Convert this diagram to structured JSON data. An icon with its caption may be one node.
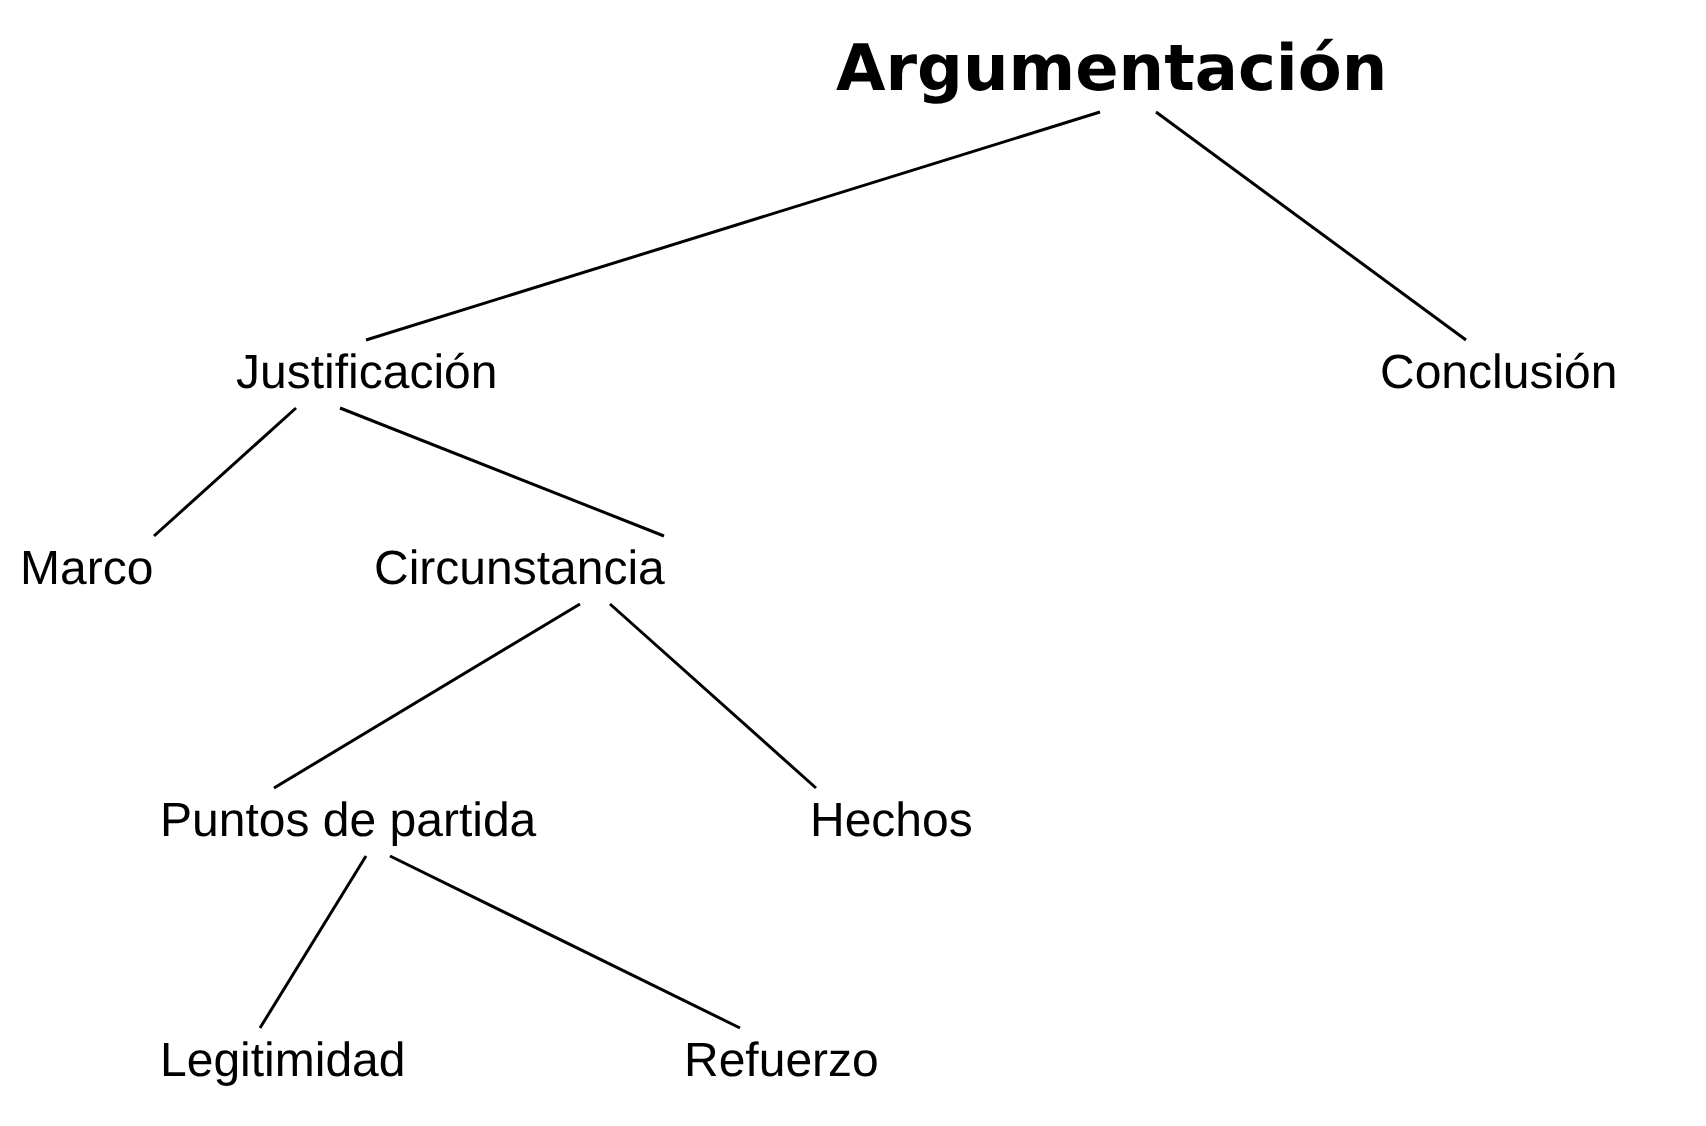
{
  "diagram": {
    "nodes": [
      {
        "text": [
          "Argumentación"
        ]
      },
      {
        "text": [
          "Justificación"
        ]
      },
      {
        "text": [
          "Conclusión"
        ]
      },
      {
        "text": [
          "Marco"
        ]
      },
      {
        "text": [
          "Circunstancia"
        ]
      },
      {
        "text": [
          "Puntos de partida"
        ]
      },
      {
        "text": [
          "Hechos"
        ]
      },
      {
        "text": [
          "Legitimidad"
        ]
      },
      {
        "text": [
          "Refuerzo"
        ]
      }
    ],
    "edges": [
      {
        "from": 0,
        "to": 1,
        "arrow": "none"
      },
      {
        "from": 0,
        "to": 2,
        "arrow": "none"
      },
      {
        "from": 1,
        "to": 3,
        "arrow": "none"
      },
      {
        "from": 1,
        "to": 4,
        "arrow": "none"
      },
      {
        "from": 4,
        "to": 5,
        "arrow": "none"
      },
      {
        "from": 4,
        "to": 6,
        "arrow": "none"
      },
      {
        "from": 5,
        "to": 7,
        "arrow": "none"
      },
      {
        "from": 5,
        "to": 8,
        "arrow": "none"
      }
    ]
  }
}
